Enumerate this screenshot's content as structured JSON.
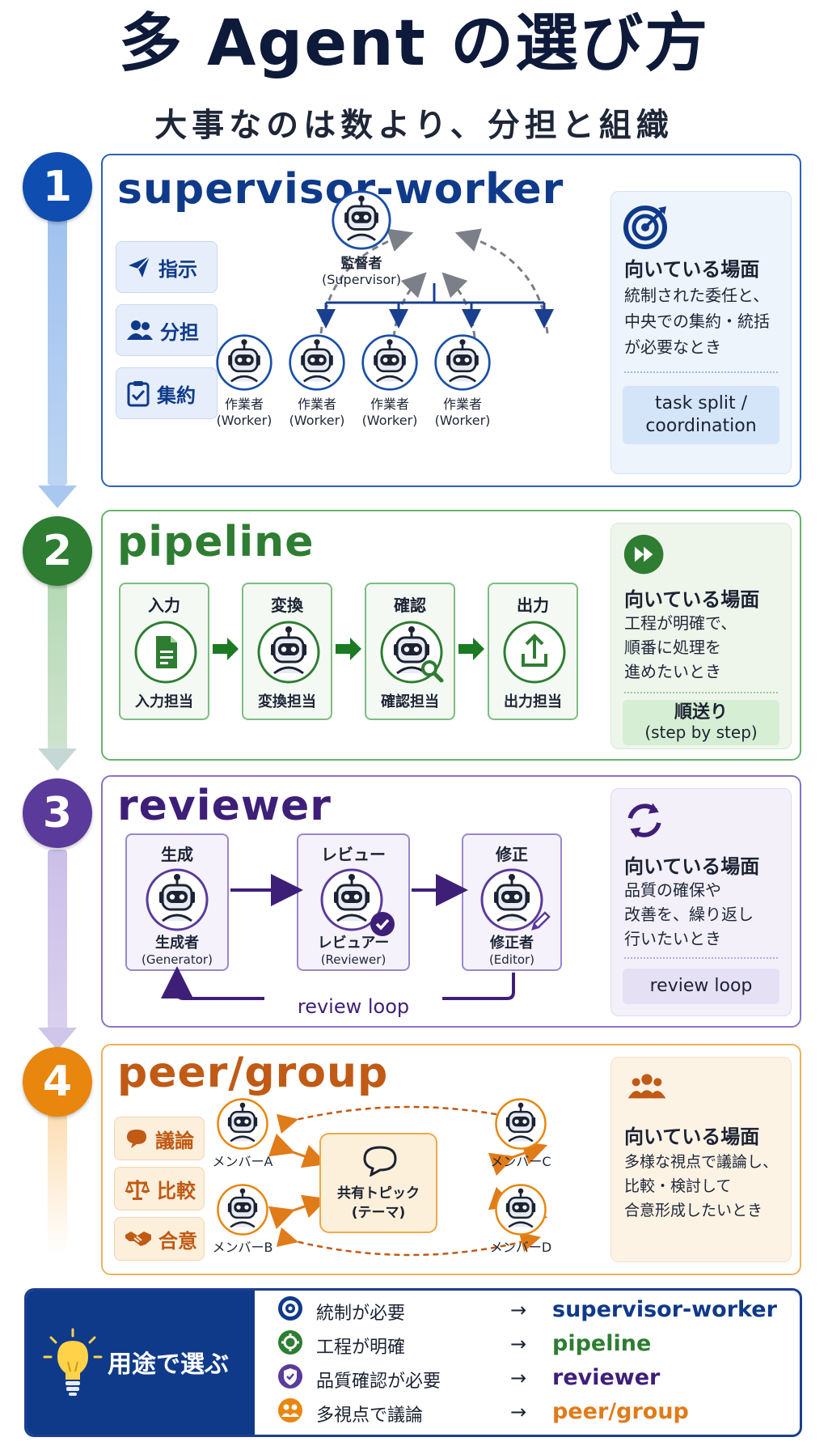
{
  "title": "多 Agent の選び方",
  "subtitle": "大事なのは数より、分担と組織",
  "colors": {
    "blue": "#0f4db0",
    "green": "#2e7d32",
    "purple": "#5a3a9a",
    "orange": "#e8860d",
    "navy": "#0f3a8a"
  },
  "sections": [
    {
      "number": "1",
      "title": "supervisor-worker",
      "pills": [
        {
          "label": "指示",
          "icon": "send-icon"
        },
        {
          "label": "分担",
          "icon": "people-icon"
        },
        {
          "label": "集約",
          "icon": "clipboard-check-icon"
        }
      ],
      "supervisor": {
        "name": "監督者",
        "role": "(Supervisor)"
      },
      "workers": [
        {
          "name": "作業者",
          "role": "(Worker)"
        },
        {
          "name": "作業者",
          "role": "(Worker)"
        },
        {
          "name": "作業者",
          "role": "(Worker)"
        },
        {
          "name": "作業者",
          "role": "(Worker)"
        }
      ],
      "card": {
        "icon": "target-icon",
        "heading": "向いている場面",
        "desc": [
          "統制された委任と、",
          "中央での集約・統括",
          "が必要なとき"
        ],
        "chip": [
          "task split /",
          "coordination"
        ]
      }
    },
    {
      "number": "2",
      "title": "pipeline",
      "stages": [
        {
          "top": "入力",
          "bottom": "入力担当",
          "icon": "document-icon"
        },
        {
          "top": "変換",
          "bottom": "変換担当",
          "icon": "robot-icon"
        },
        {
          "top": "確認",
          "bottom": "確認担当",
          "icon": "robot-search-icon"
        },
        {
          "top": "出力",
          "bottom": "出力担当",
          "icon": "share-icon"
        }
      ],
      "card": {
        "icon": "fast-forward-icon",
        "heading": "向いている場面",
        "desc": [
          "工程が明確で、",
          "順番に処理を",
          "進めたいとき"
        ],
        "chip": [
          "順送り",
          "(step by step)"
        ]
      }
    },
    {
      "number": "3",
      "title": "reviewer",
      "stages": [
        {
          "top": "生成",
          "name": "生成者",
          "role": "(Generator)",
          "icon": "robot-icon"
        },
        {
          "top": "レビュー",
          "name": "レビュアー",
          "role": "(Reviewer)",
          "icon": "robot-check-icon"
        },
        {
          "top": "修正",
          "name": "修正者",
          "role": "(Editor)",
          "icon": "robot-pencil-icon"
        }
      ],
      "loop_label": "review loop",
      "card": {
        "icon": "refresh-icon",
        "heading": "向いている場面",
        "desc": [
          "品質の確保や",
          "改善を、繰り返し",
          "行いたいとき"
        ],
        "chip": [
          "review loop"
        ]
      }
    },
    {
      "number": "4",
      "title": "peer/group",
      "pills": [
        {
          "label": "議論",
          "icon": "chat-icon"
        },
        {
          "label": "比較",
          "icon": "scale-icon"
        },
        {
          "label": "合意",
          "icon": "handshake-icon"
        }
      ],
      "members": [
        "メンバーA",
        "メンバーB",
        "メンバーC",
        "メンバーD"
      ],
      "topic": [
        "共有トピック",
        "(テーマ)"
      ],
      "card": {
        "icon": "group-icon",
        "heading": "向いている場面",
        "desc": [
          "多様な視点で議論し、",
          "比較・検討して",
          "合意形成したいとき"
        ]
      }
    }
  ],
  "footer": {
    "label": "用途で選ぶ",
    "arrow": "→",
    "rows": [
      {
        "condition": "統制が必要",
        "target": "supervisor-worker",
        "icon": "target-icon"
      },
      {
        "condition": "工程が明確",
        "target": "pipeline",
        "icon": "gear-icon"
      },
      {
        "condition": "品質確認が必要",
        "target": "reviewer",
        "icon": "shield-check-icon"
      },
      {
        "condition": "多視点で議論",
        "target": "peer/group",
        "icon": "group-icon"
      }
    ]
  }
}
